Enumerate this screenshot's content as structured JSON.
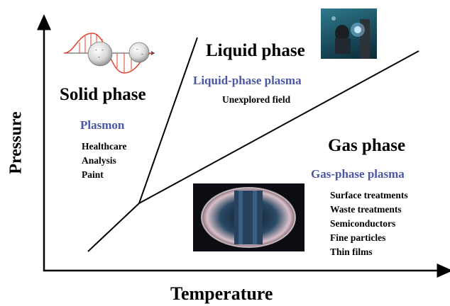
{
  "axes": {
    "y_label": "Pressure",
    "x_label": "Temperature"
  },
  "regions": {
    "solid": {
      "title": "Solid phase",
      "plasma": "Plasmon",
      "items": [
        "Healthcare",
        "Analysis",
        "Paint"
      ]
    },
    "liquid": {
      "title": "Liquid phase",
      "plasma": "Liquid-phase plasma",
      "note": "Unexplored field"
    },
    "gas": {
      "title": "Gas phase",
      "plasma": "Gas-phase plasma",
      "items": [
        "Surface treatments",
        "Waste treatments",
        "Semiconductors",
        "Fine particles",
        "Thin films"
      ]
    }
  },
  "colors": {
    "plasma_text": "#4a56a6",
    "wave": "#e0402a"
  },
  "icons": {
    "plasmon_illustration": "oscillating-electron-wave-icon",
    "liquid_photo": "underwater-plasma-welding-photo",
    "gas_photo": "tokamak-plasma-chamber-photo"
  }
}
